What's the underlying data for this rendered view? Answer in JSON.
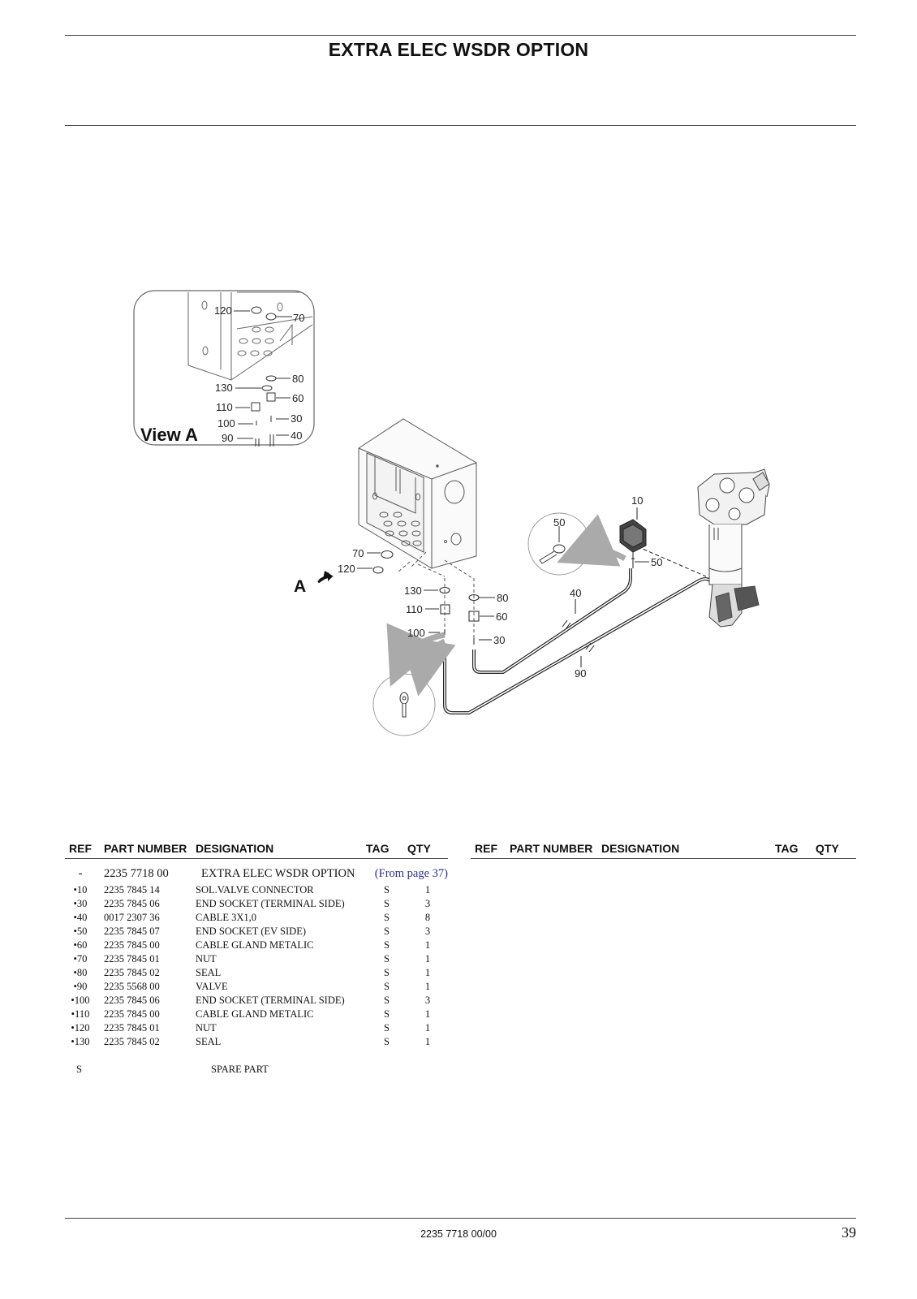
{
  "header": {
    "title": "EXTRA ELEC WSDR OPTION"
  },
  "figure": {
    "view_label": "View A",
    "arrow_label": "A",
    "detail_callouts": [
      "120",
      "70",
      "130",
      "80",
      "110",
      "60",
      "100",
      "30",
      "90",
      "40"
    ],
    "main_callouts": [
      "70",
      "120",
      "130",
      "80",
      "110",
      "60",
      "100",
      "30",
      "50",
      "10",
      "50",
      "40",
      "90"
    ]
  },
  "table": {
    "headers": {
      "ref": "REF",
      "part_number": "PART NUMBER",
      "designation": "DESIGNATION",
      "tag": "TAG",
      "qty": "QTY"
    },
    "assembly": {
      "ref": "-",
      "part_number": "2235 7718 00",
      "designation": "EXTRA ELEC WSDR OPTION",
      "note": "(From page 37)"
    },
    "rows": [
      {
        "ref": "•10",
        "part_number": "2235 7845 14",
        "designation": "SOL.VALVE CONNECTOR",
        "tag": "S",
        "qty": "1"
      },
      {
        "ref": "•30",
        "part_number": "2235 7845 06",
        "designation": "END SOCKET (TERMINAL SIDE)",
        "tag": "S",
        "qty": "3"
      },
      {
        "ref": "•40",
        "part_number": "0017 2307 36",
        "designation": "CABLE 3X1,0",
        "tag": "S",
        "qty": "8"
      },
      {
        "ref": "•50",
        "part_number": "2235 7845 07",
        "designation": "END SOCKET (EV SIDE)",
        "tag": "S",
        "qty": "3"
      },
      {
        "ref": "•60",
        "part_number": "2235 7845 00",
        "designation": "CABLE GLAND METALIC",
        "tag": "S",
        "qty": "1"
      },
      {
        "ref": "•70",
        "part_number": "2235 7845 01",
        "designation": "NUT",
        "tag": "S",
        "qty": "1"
      },
      {
        "ref": "•80",
        "part_number": "2235 7845 02",
        "designation": "SEAL",
        "tag": "S",
        "qty": "1"
      },
      {
        "ref": "•90",
        "part_number": "2235 5568 00",
        "designation": "VALVE",
        "tag": "S",
        "qty": "1"
      },
      {
        "ref": "•100",
        "part_number": "2235 7845 06",
        "designation": "END SOCKET (TERMINAL SIDE)",
        "tag": "S",
        "qty": "3"
      },
      {
        "ref": "•110",
        "part_number": "2235 7845 00",
        "designation": "CABLE GLAND METALIC",
        "tag": "S",
        "qty": "1"
      },
      {
        "ref": "•120",
        "part_number": "2235 7845 01",
        "designation": "NUT",
        "tag": "S",
        "qty": "1"
      },
      {
        "ref": "•130",
        "part_number": "2235 7845 02",
        "designation": "SEAL",
        "tag": "S",
        "qty": "1"
      }
    ]
  },
  "legend": {
    "code": "S",
    "meaning": "SPARE PART"
  },
  "footer": {
    "doc_number": "2235 7718 00/00",
    "page_number": "39"
  },
  "colors": {
    "rule": "#444444",
    "link": "#2b2f8f",
    "line_art": "#333333"
  }
}
